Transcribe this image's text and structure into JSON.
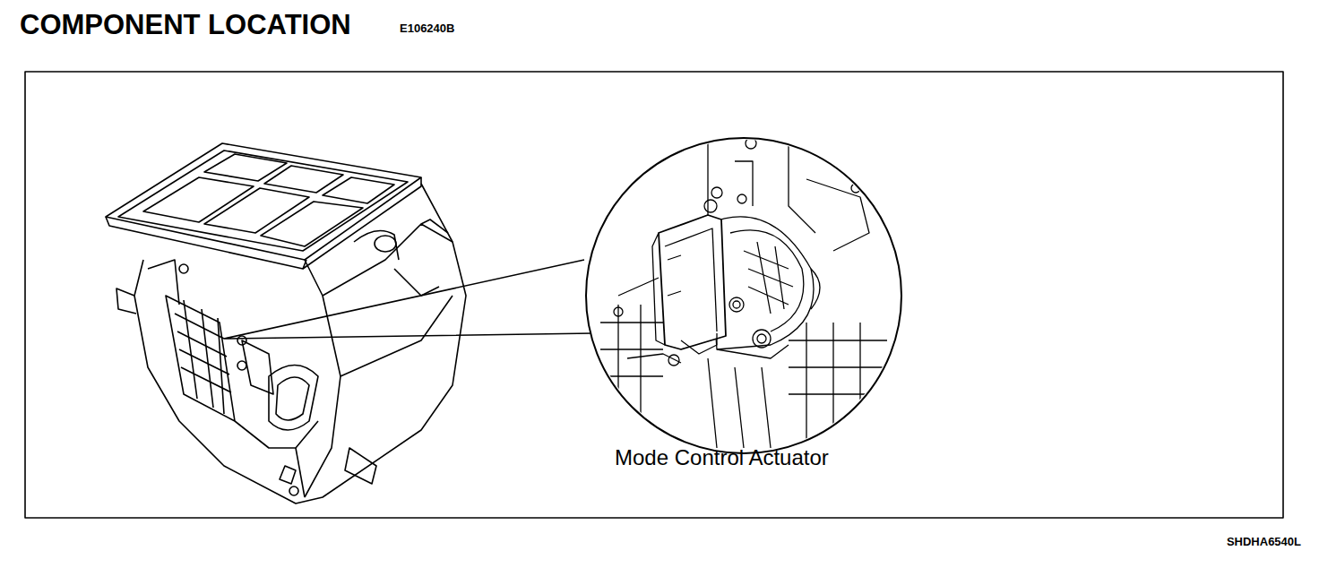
{
  "diagram": {
    "title": "COMPONENT LOCATION",
    "labels": [
      "E106240B",
      "Mode Control Actuator",
      "SHDHA6540L"
    ]
  }
}
